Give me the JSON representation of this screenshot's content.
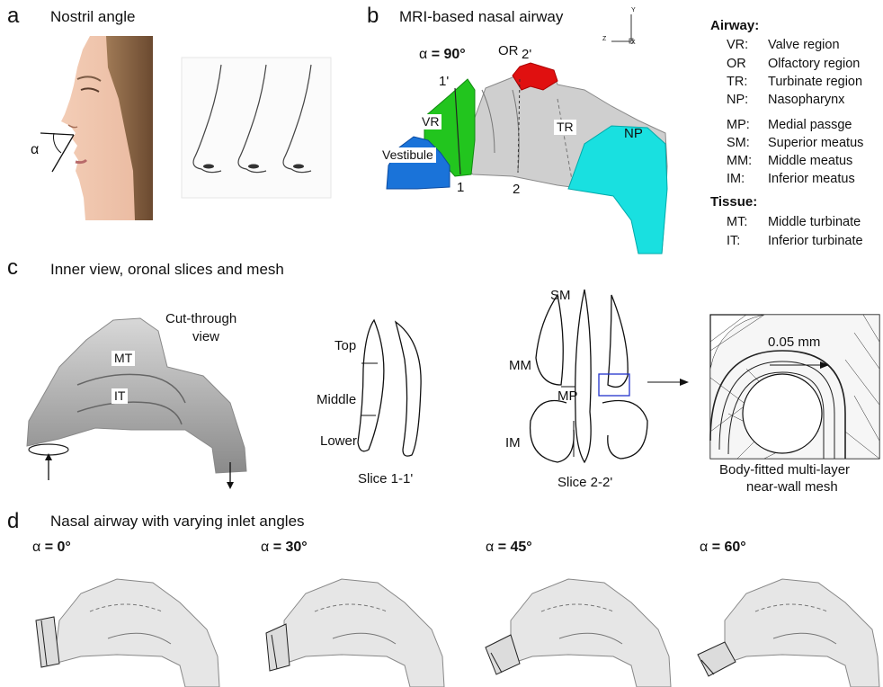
{
  "panel_a": {
    "letter": "a",
    "title": "Nostril angle",
    "alpha_symbol": "α"
  },
  "panel_b": {
    "letter": "b",
    "title": "MRI-based nasal airway",
    "angle_symbol": "α",
    "angle_value": "= 90°",
    "regions": {
      "VR": "VR",
      "OR": "OR",
      "TR": "TR",
      "NP": "NP",
      "vestibule": "Vestibule"
    },
    "slice_marks": {
      "s1": "1",
      "s1p": "1'",
      "s2": "2",
      "s2p": "2'"
    },
    "axes": {
      "y": "Y",
      "z": "Z",
      "x": "X"
    },
    "colors": {
      "vestibule": "#1a73d9",
      "valve": "#22c51e",
      "olfactory": "#e01010",
      "nasopharynx": "#19e0e0",
      "turbinate": "#cccccc"
    }
  },
  "legend": {
    "airway_heading": "Airway:",
    "airway": [
      {
        "abbr": "VR:",
        "def": "Valve region"
      },
      {
        "abbr": "OR",
        "def": "Olfactory region"
      },
      {
        "abbr": "TR:",
        "def": "Turbinate region"
      },
      {
        "abbr": "NP:",
        "def": "Nasopharynx"
      },
      {
        "abbr": "MP:",
        "def": "Medial passge"
      },
      {
        "abbr": "SM:",
        "def": "Superior meatus"
      },
      {
        "abbr": "MM:",
        "def": "Middle meatus"
      },
      {
        "abbr": "IM:",
        "def": "Inferior meatus"
      }
    ],
    "tissue_heading": "Tissue:",
    "tissue": [
      {
        "abbr": "MT:",
        "def": "Middle turbinate"
      },
      {
        "abbr": "IT:",
        "def": "Inferior turbinate"
      }
    ]
  },
  "panel_c": {
    "letter": "c",
    "title": "Inner view, oronal slices and mesh",
    "cut_through_line1": "Cut-through",
    "cut_through_line2": "view",
    "mt": "MT",
    "it": "IT",
    "slice1": {
      "top": "Top",
      "middle": "Middle",
      "lower": "Lower",
      "caption": "Slice 1-1'"
    },
    "slice2": {
      "sm": "SM",
      "mm": "MM",
      "mp": "MP",
      "im": "IM",
      "caption": "Slice 2-2'"
    },
    "mesh": {
      "dimension": "0.05 mm",
      "caption_line1": "Body-fitted multi-layer",
      "caption_line2": "near-wall mesh"
    }
  },
  "panel_d": {
    "letter": "d",
    "title": "Nasal airway with varying inlet angles",
    "angles": [
      {
        "symbol": "α",
        "value": "= 0°"
      },
      {
        "symbol": "α",
        "value": "= 30°"
      },
      {
        "symbol": "α",
        "value": "= 45°"
      },
      {
        "symbol": "α",
        "value": "= 60°"
      }
    ]
  }
}
